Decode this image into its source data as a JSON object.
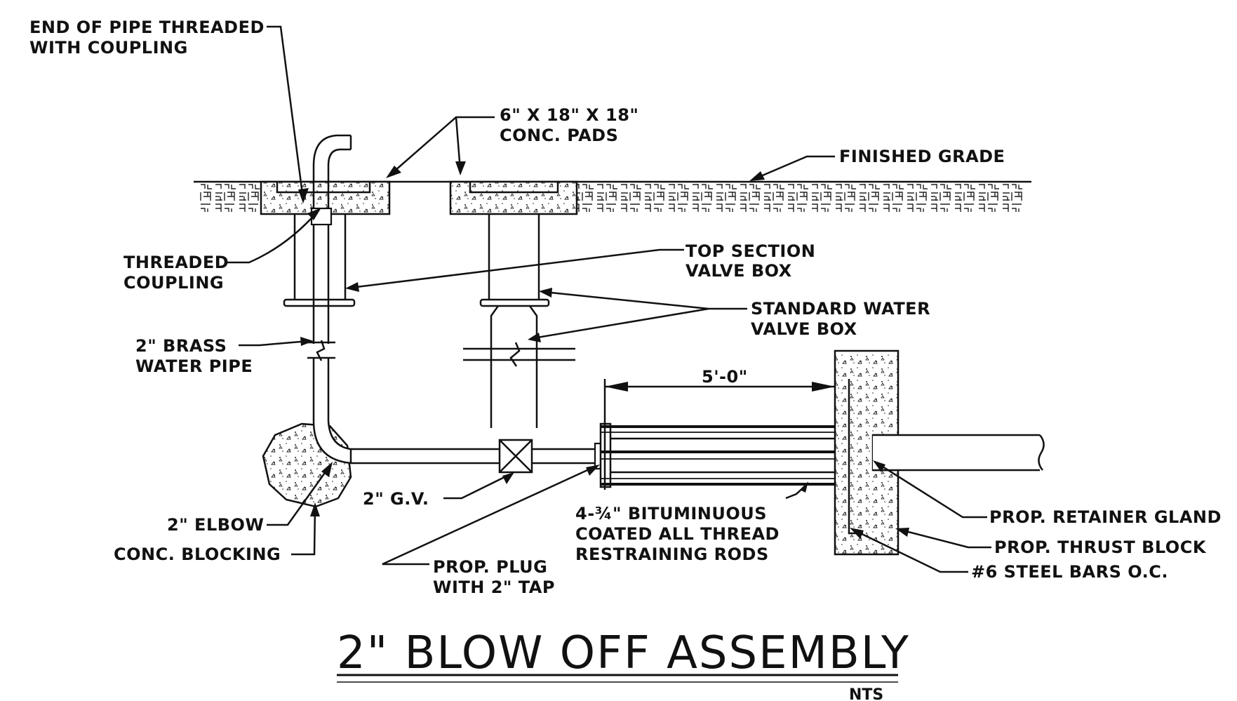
{
  "title": "2\" BLOW OFF ASSEMBLY",
  "scale_note": "NTS",
  "labels": {
    "end_of_pipe_1": "END OF PIPE THREADED",
    "end_of_pipe_2": "WITH COUPLING",
    "conc_pads_1": "6\" X 18\" X 18\"",
    "conc_pads_2": "CONC. PADS",
    "finished_grade": "FINISHED GRADE",
    "threaded_coupling_1": "THREADED",
    "threaded_coupling_2": "COUPLING",
    "top_section_1": "TOP SECTION",
    "top_section_2": "VALVE BOX",
    "std_valve_box_1": "STANDARD WATER",
    "std_valve_box_2": "VALVE BOX",
    "brass_pipe_1": "2\" BRASS",
    "brass_pipe_2": "WATER PIPE",
    "dimension": "5'-0\"",
    "elbow": "2\" ELBOW",
    "conc_blocking": "CONC. BLOCKING",
    "gate_valve": "2\" G.V.",
    "rods_1": "4-¾\" BITUMINUOUS",
    "rods_2": "COATED ALL THREAD",
    "rods_3": "RESTRAINING RODS",
    "plug_1": "PROP. PLUG",
    "plug_2": "WITH 2\" TAP",
    "retainer_gland": "PROP. RETAINER GLAND",
    "thrust_block": "PROP. THRUST BLOCK",
    "steel_bars": "#6 STEEL BARS O.C."
  }
}
